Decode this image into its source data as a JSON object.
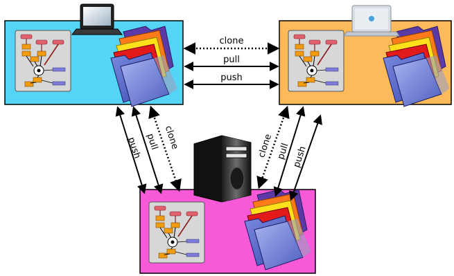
{
  "repositories": [
    {
      "id": "left",
      "box_color": "#55d5f5",
      "computer_icon": "laptop-icon"
    },
    {
      "id": "right",
      "box_color": "#fcba5a",
      "computer_icon": "apple-laptop-icon"
    },
    {
      "id": "server",
      "box_color": "#f65ad6",
      "computer_icon": "server-tower-icon"
    }
  ],
  "connections": {
    "left_right": [
      {
        "label": "clone",
        "style": "dotted"
      },
      {
        "label": "pull",
        "style": "solid"
      },
      {
        "label": "push",
        "style": "solid"
      }
    ],
    "left_server": [
      {
        "label": "push",
        "style": "solid"
      },
      {
        "label": "pull",
        "style": "solid"
      },
      {
        "label": "clone",
        "style": "dotted"
      }
    ],
    "right_server": [
      {
        "label": "clone",
        "style": "dotted"
      },
      {
        "label": "pull",
        "style": "solid"
      },
      {
        "label": "push",
        "style": "solid"
      }
    ]
  },
  "icons": {
    "history_graph": "commit-graph-icon",
    "folder_stack": "folder-stack-icon"
  },
  "colors": {
    "graph_node": "#f39c12",
    "graph_tag": "#e06070",
    "graph_branch": "#7e7ed8",
    "graph_panel": "#d7d7d7"
  }
}
